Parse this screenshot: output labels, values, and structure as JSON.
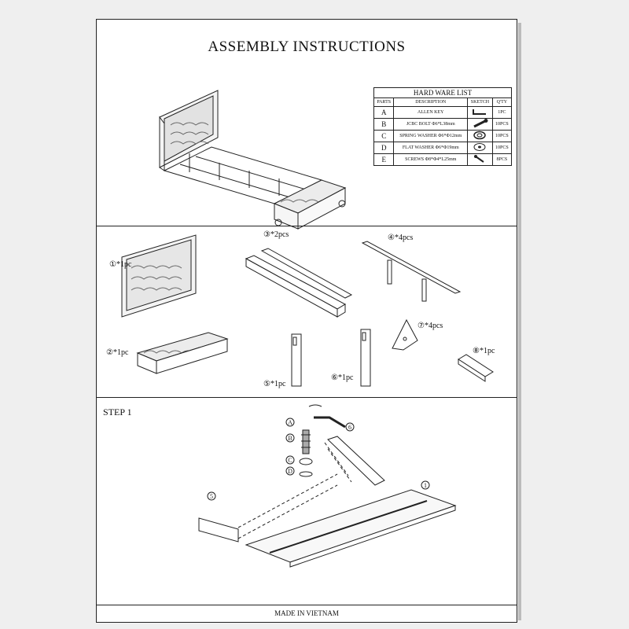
{
  "header": {
    "title": "ASSEMBLY INSTRUCTIONS"
  },
  "hardware": {
    "caption": "HARD WARE LIST",
    "columns": [
      "PARTS",
      "DESCRIPTION",
      "SKETCH",
      "Q'TY"
    ],
    "rows": [
      {
        "part": "A",
        "desc": "ALLEN KEY",
        "qty": "1PC",
        "icon": "allen-key-icon"
      },
      {
        "part": "B",
        "desc": "JCBC BOLT Φ6*L38mm",
        "qty": "10PCS",
        "icon": "bolt-icon"
      },
      {
        "part": "C",
        "desc": "SPRING WASHER Φ6*Φ12mm",
        "qty": "10PCS",
        "icon": "spring-washer-icon"
      },
      {
        "part": "D",
        "desc": "FLAT WASHER Φ6*Φ19mm",
        "qty": "10PCS",
        "icon": "flat-washer-icon"
      },
      {
        "part": "E",
        "desc": "SCREWS Φ8*Φ4*L25mm",
        "qty": "8PCS",
        "icon": "screw-icon"
      }
    ]
  },
  "parts": {
    "p1": "①*1pc",
    "p2": "②*1pc",
    "p3": "③*2pcs",
    "p4": "④*4pcs",
    "p5": "⑤*1pc",
    "p6": "⑥*1pc",
    "p7": "⑦*4pcs",
    "p8": "⑧*1pc"
  },
  "step": {
    "label": "STEP  1",
    "callouts": {
      "a": "A",
      "b": "B",
      "c": "C",
      "d": "D",
      "n6": "6",
      "n1": "1",
      "n5": "5"
    }
  },
  "footer": {
    "made_in": "MADE IN VIETNAM"
  }
}
